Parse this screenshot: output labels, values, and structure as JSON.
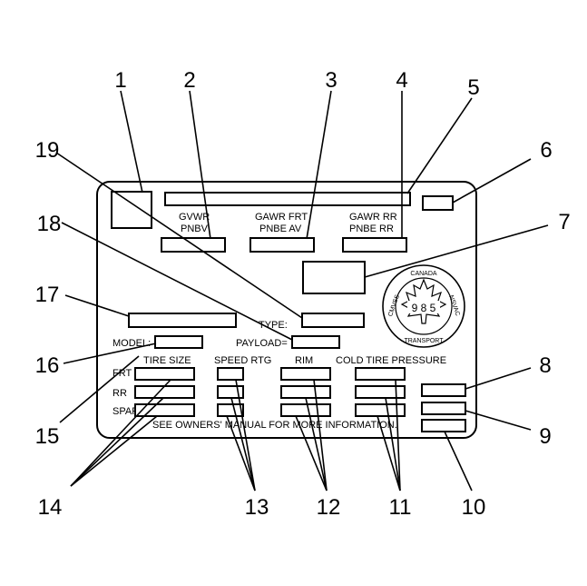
{
  "label": {
    "gvwr": "GVWR",
    "pnbv": "PNBV",
    "gawr_frt": "GAWR FRT",
    "pnbe_av": "PNBE AV",
    "gawr_rr": "GAWR RR",
    "pnbe_rr": "PNBE RR",
    "type": "TYPE:",
    "model": "MODEL:",
    "payload": "PAYLOAD=",
    "tire_size": "TIRE SIZE",
    "speed_rtg": "SPEED RTG",
    "rim": "RIM",
    "cold_tire_pressure": "COLD TIRE PRESSURE",
    "frt": "FRT",
    "rr": "RR",
    "spare": "SPARE",
    "see_owners": "SEE OWNERS' MANUAL FOR MORE INFORMATION."
  },
  "seal": {
    "canada": "CANADA",
    "cmvss": "CMVSS",
    "nsvac": "NSVAC",
    "transport": "TRANSPORT",
    "number": "9 8 5"
  },
  "callouts": [
    "1",
    "2",
    "3",
    "4",
    "5",
    "6",
    "7",
    "8",
    "9",
    "10",
    "11",
    "12",
    "13",
    "14",
    "15",
    "16",
    "17",
    "18",
    "19"
  ]
}
